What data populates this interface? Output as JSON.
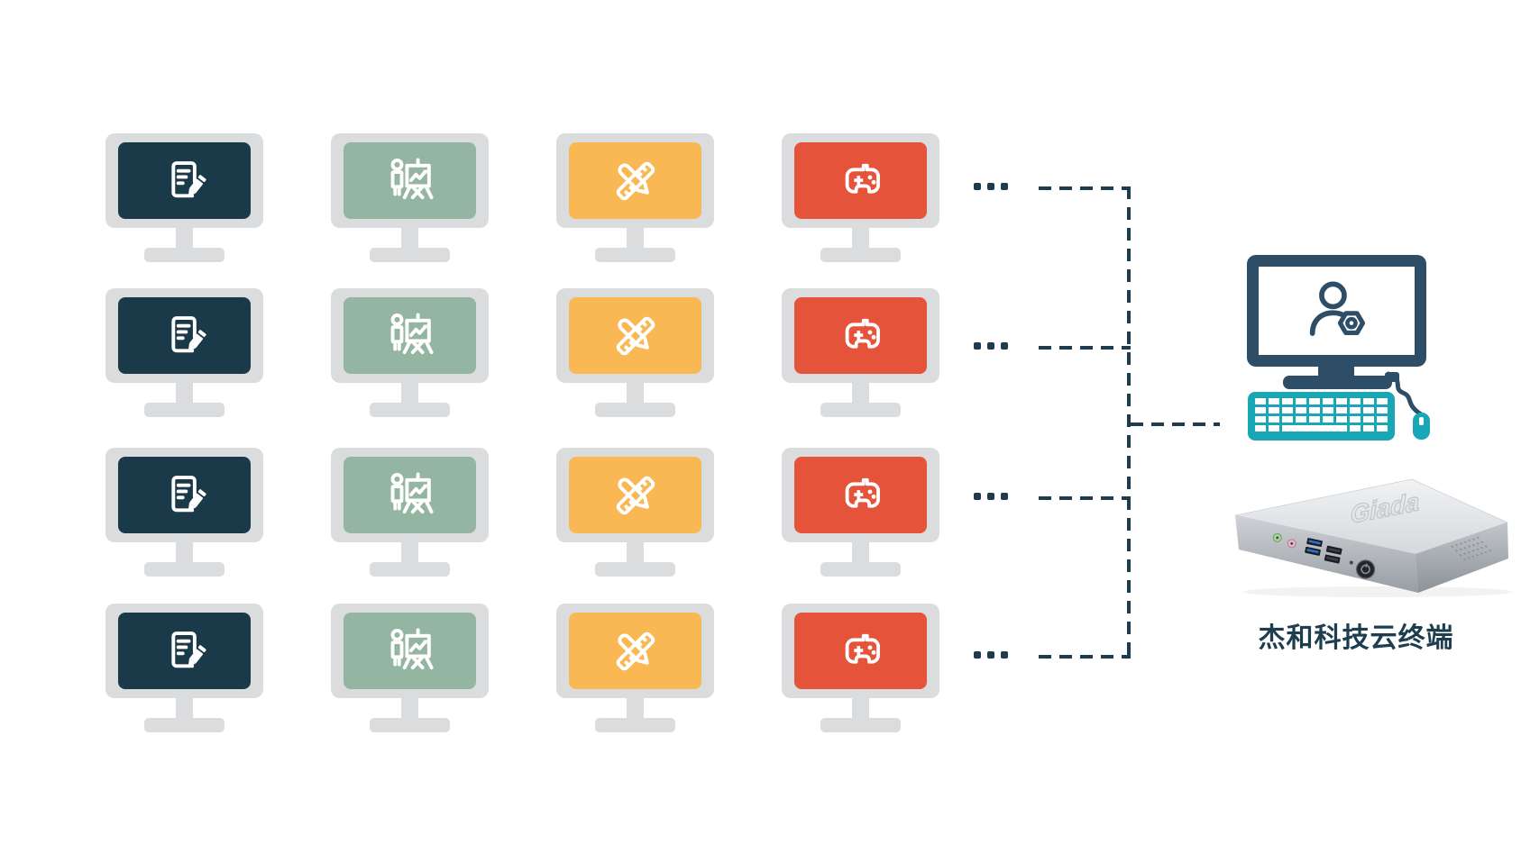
{
  "diagram": {
    "caption": "杰和科技云终端",
    "device_logo": "Giada",
    "rows": 4,
    "ellipsis_dots_per_row": 3,
    "workstation_types": [
      {
        "name": "document-editing",
        "icon": "document-edit-icon",
        "screen_color": "#1b3a49"
      },
      {
        "name": "presentation",
        "icon": "presentation-chart-icon",
        "screen_color": "#95b5a3"
      },
      {
        "name": "design",
        "icon": "ruler-pencil-icon",
        "screen_color": "#f9b853"
      },
      {
        "name": "gaming",
        "icon": "gamepad-icon",
        "screen_color": "#e5543a"
      }
    ],
    "host": {
      "monitor_icon": "user-gear-icon",
      "peripherals": [
        "keyboard",
        "mouse"
      ],
      "device": "mini-pc"
    },
    "colors": {
      "monitor_frame": "#dbdcde",
      "connector_line": "#1d3c4d",
      "host_accent": "#2e4d67",
      "peripheral_teal": "#19a7b8",
      "caption_text": "#1e3e50"
    }
  }
}
